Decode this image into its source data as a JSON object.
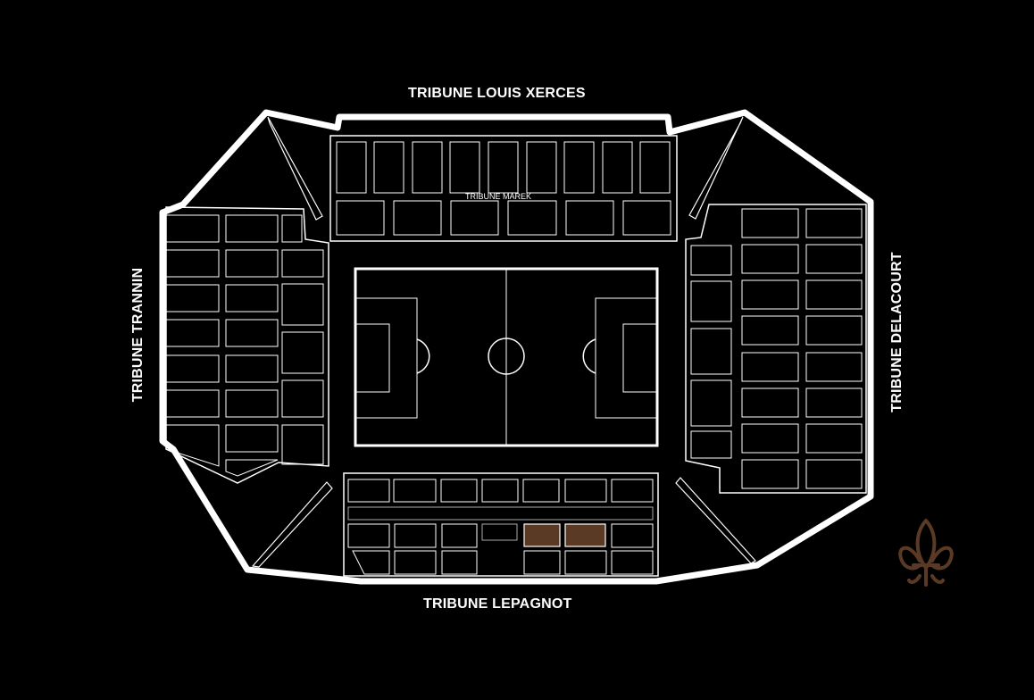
{
  "stands": {
    "north": "TRIBUNE LOUIS XERCES",
    "north_inner": "TRIBUNE MAREK",
    "south": "TRIBUNE LEPAGNOT",
    "west": "TRIBUNE TRANNIN",
    "east": "TRIBUNE DELACOURT"
  },
  "colors": {
    "background": "#000000",
    "outline": "#ffffff",
    "selected_block": "#5a3a24",
    "logo": "#5a3a24"
  },
  "logo": {
    "icon": "fleur-de-lis-icon"
  }
}
